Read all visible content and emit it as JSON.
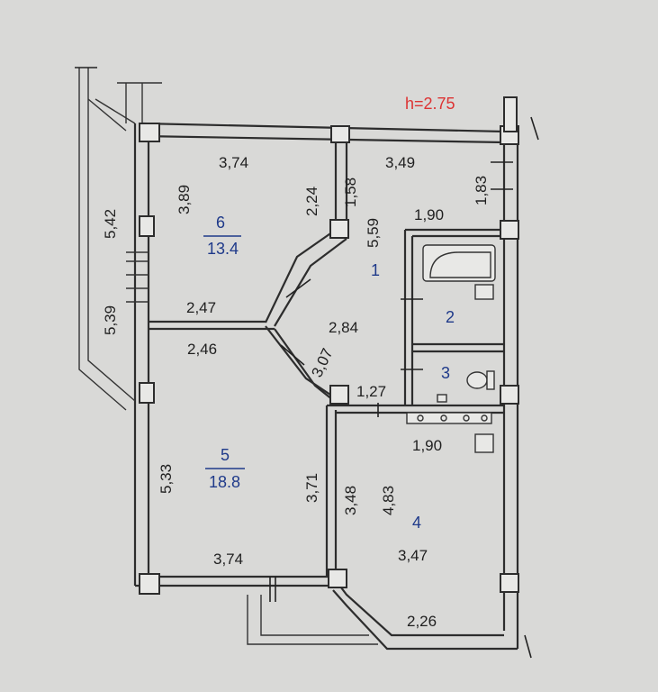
{
  "height_label": "h=2.75",
  "rooms": [
    {
      "id": "room-1",
      "number": "1",
      "area": ""
    },
    {
      "id": "room-2",
      "number": "2",
      "area": ""
    },
    {
      "id": "room-3",
      "number": "3",
      "area": ""
    },
    {
      "id": "room-4",
      "number": "4",
      "area": "3,47"
    },
    {
      "id": "room-5",
      "number": "5",
      "area": "18.8"
    },
    {
      "id": "room-6",
      "number": "6",
      "area": "13.4"
    }
  ],
  "dimensions": {
    "d_542": "5,42",
    "d_539": "5,39",
    "d_374_top": "3,74",
    "d_389": "3,89",
    "d_224": "2,24",
    "d_158": "1,58",
    "d_349": "3,49",
    "d_183": "1,83",
    "d_190_top": "1,90",
    "d_559": "5,59",
    "d_247": "2,47",
    "d_284": "2,84",
    "d_246": "2,46",
    "d_307": "3,07",
    "d_127": "1,27",
    "d_190_bottom": "1,90",
    "d_533": "5,33",
    "d_371": "3,71",
    "d_348": "3,48",
    "d_483": "4,83",
    "d_374_bottom": "3,74",
    "d_226": "2,26"
  }
}
